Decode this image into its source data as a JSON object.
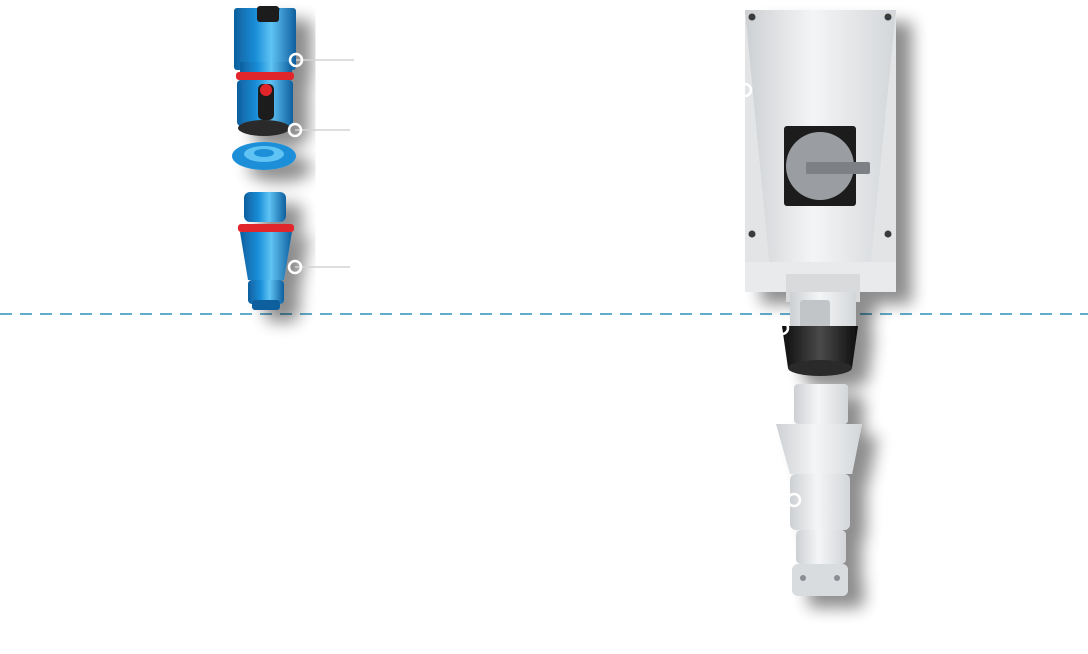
{
  "colors": {
    "background": "#ffffff",
    "divider_dashed": "#2f8fb8",
    "blue_primary": "#1a8fd8",
    "blue_dark": "#0f5f9e",
    "blue_light": "#5fc3f4",
    "seal_red": "#e0262c",
    "body_gray": "#e9eaeb",
    "body_gray_shadow": "#cdd0d3",
    "socket_black": "#1c1c1c",
    "callout_line": "#d0d3d6",
    "callout_ring": "#ffffff"
  },
  "illustration": {
    "left_product": {
      "color_scheme": "blue",
      "parts": [
        "wall-socket-housing-icon",
        "socket-face-icon",
        "hinged-cover-icon",
        "plug-icon"
      ]
    },
    "right_product": {
      "color_scheme": "gray",
      "parts": [
        "switch-enclosure-icon",
        "rotary-switch-icon",
        "socket-icon",
        "plug-icon"
      ]
    },
    "callout_markers": 7
  }
}
